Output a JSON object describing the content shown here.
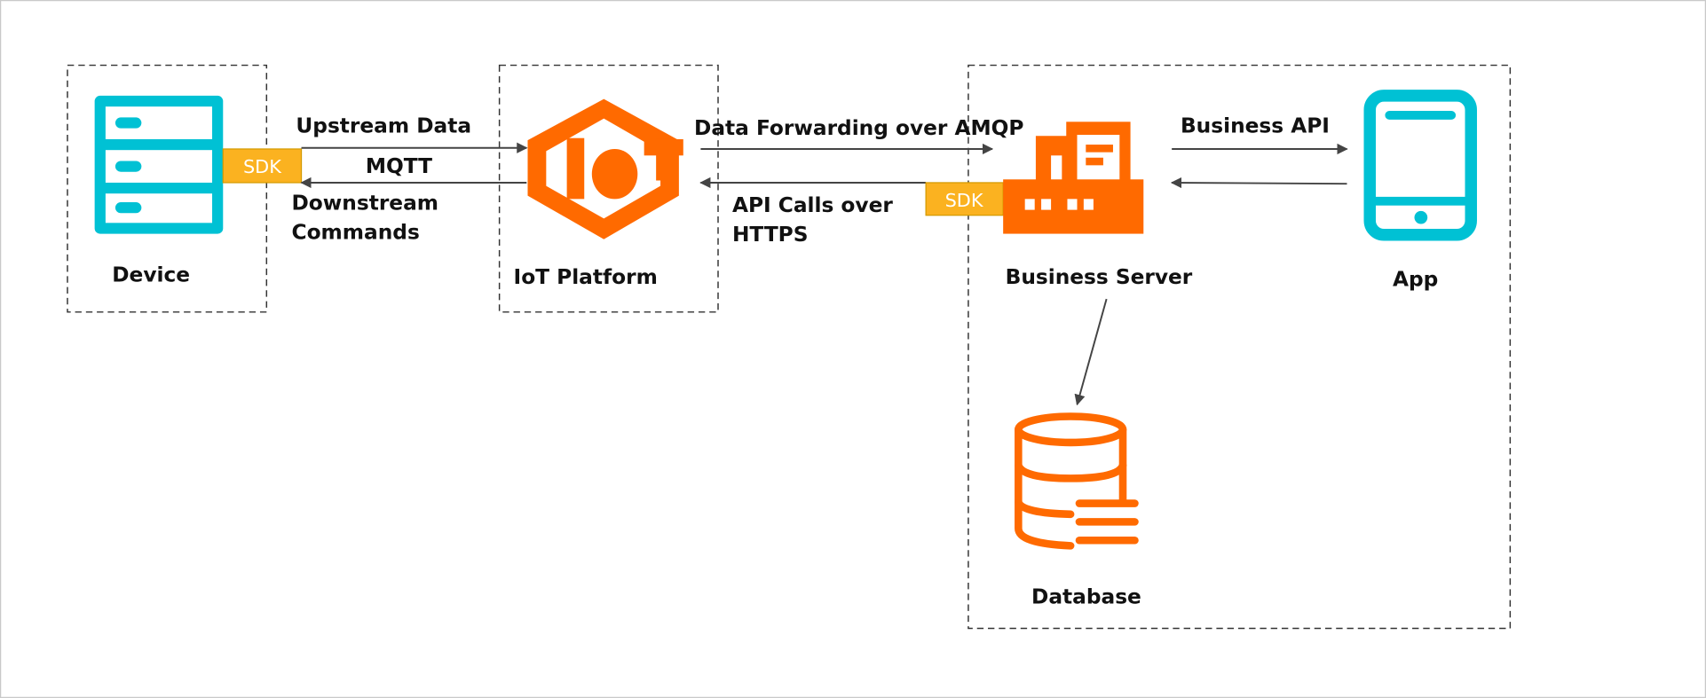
{
  "colors": {
    "teal": "#00C1D4",
    "orange": "#FF6A00",
    "sdk": "#FBB220",
    "line": "#444444"
  },
  "nodes": {
    "device": {
      "label": "Device",
      "icon": "server-rack-icon"
    },
    "iot_platform": {
      "label": "IoT Platform",
      "icon": "iot-hexagon-icon"
    },
    "business_server": {
      "label": "Business Server",
      "icon": "business-server-icon"
    },
    "app": {
      "label": "App",
      "icon": "smartphone-icon"
    },
    "database": {
      "label": "Database",
      "icon": "database-icon"
    }
  },
  "sdk_badges": [
    "SDK",
    "SDK"
  ],
  "edges": {
    "upstream": "Upstream Data",
    "protocol": "MQTT",
    "downstream_1": "Downstream",
    "downstream_2": "Commands",
    "forwarding": "Data Forwarding over AMQP",
    "api_calls_1": "API Calls over",
    "api_calls_2": "HTTPS",
    "business_api": "Business API"
  }
}
